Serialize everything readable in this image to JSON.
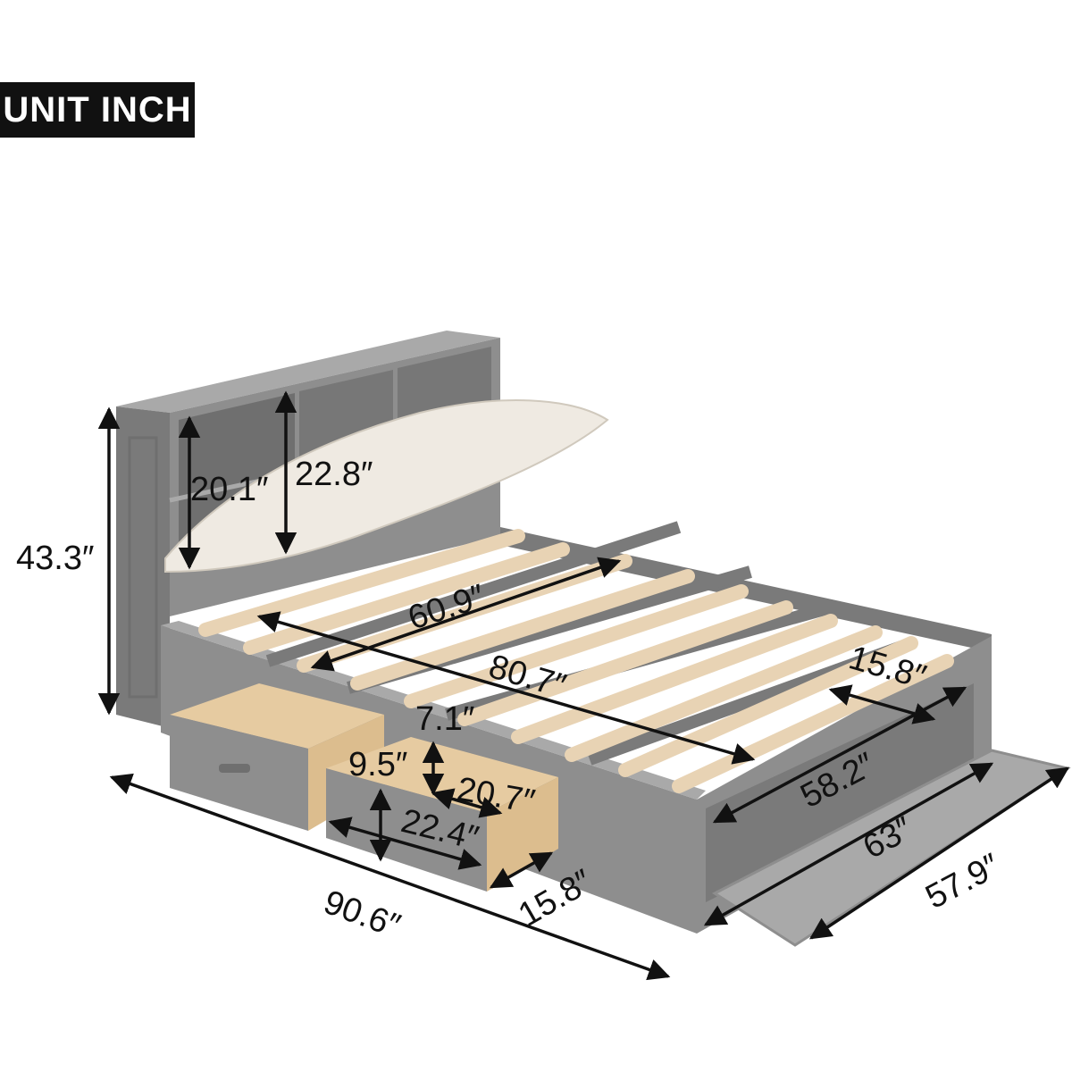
{
  "unit_label": "UNIT INCH",
  "dimensions": {
    "headboard_height": "43.3″",
    "shelf_left_height": "20.1″",
    "shelf_right_height": "22.8″",
    "bed_width": "60.9″",
    "bed_length": "80.7″",
    "storage_depth_top": "15.8″",
    "drawer_top_gap": "7.1″",
    "drawer_height": "9.5″",
    "drawer_depth": "20.7″",
    "drawer_width": "22.4″",
    "drawer_front_depth": "15.8″",
    "storage_length": "58.2″",
    "storage_outer_length": "63″",
    "flap_length": "57.9″",
    "overall_length": "90.6″"
  },
  "colors": {
    "frame": "#8e8e8e",
    "frame_dark": "#6f6f6f",
    "frame_light": "#a9a9a9",
    "slat": "#e8d3b4",
    "drawer_wood": "#e6cba1",
    "cushion": "#efeae2"
  }
}
